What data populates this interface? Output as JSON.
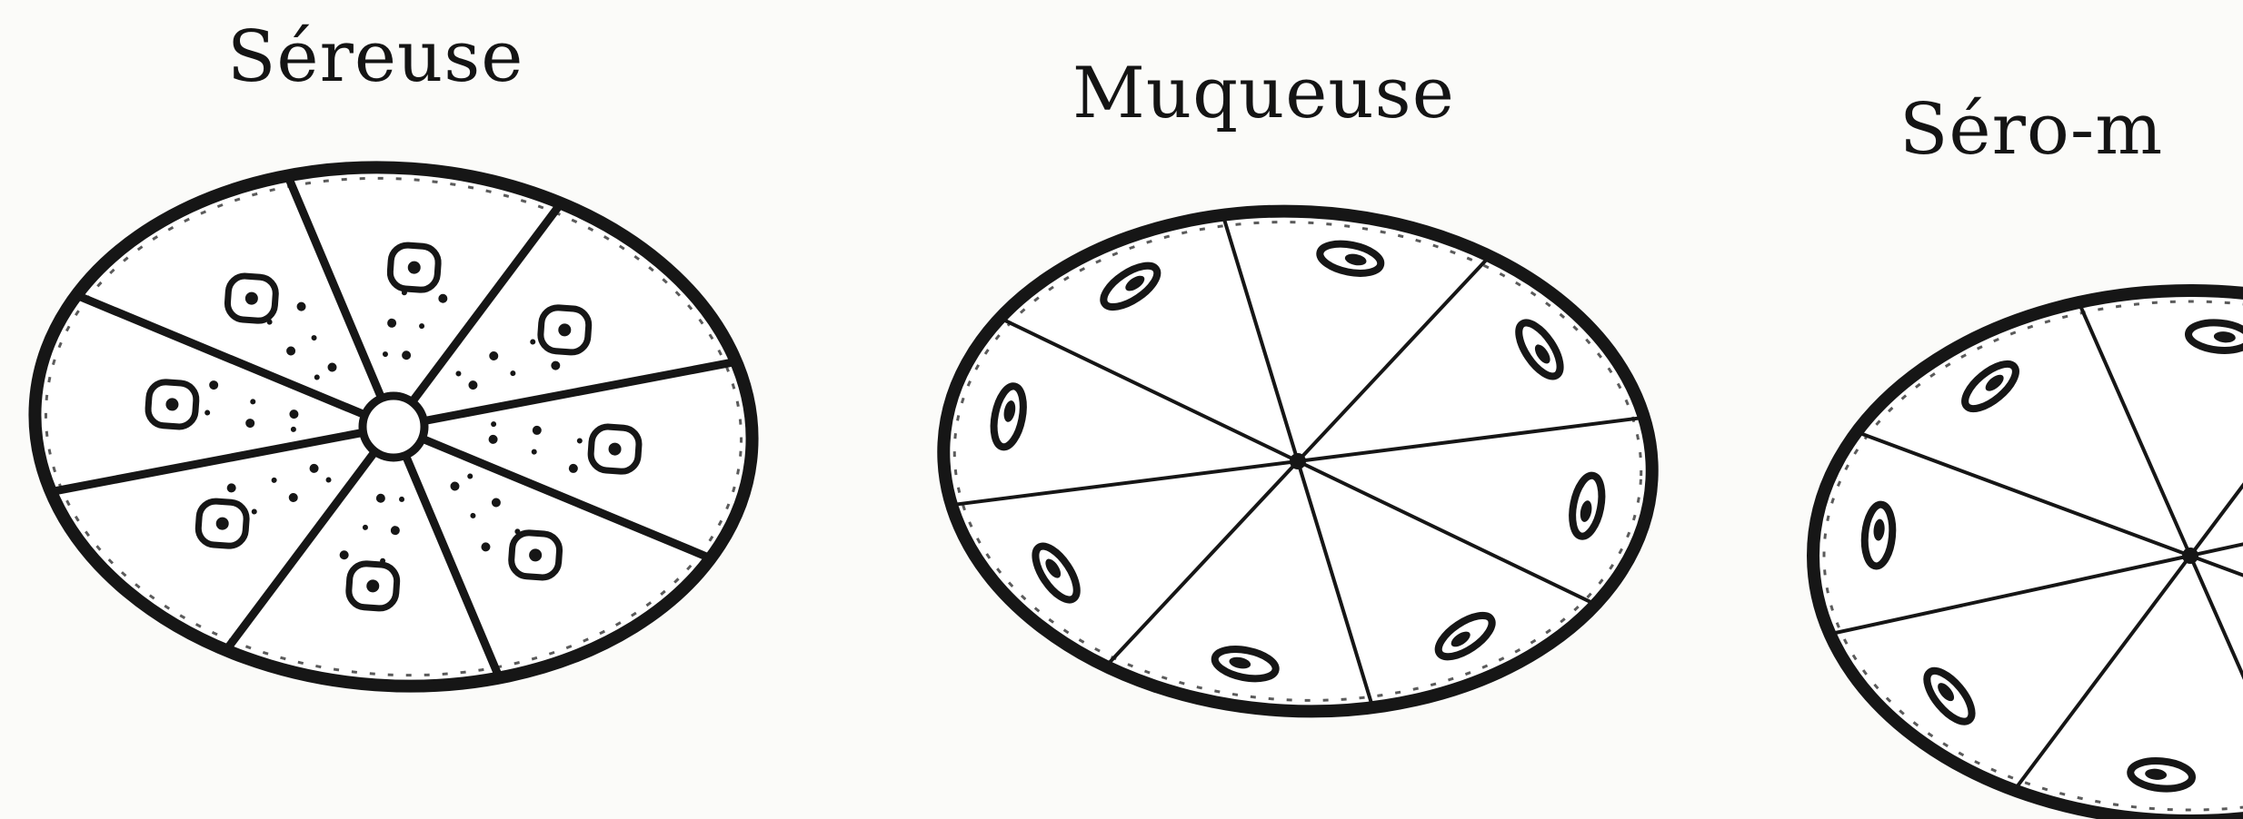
{
  "figure": {
    "labels": {
      "serous": "Séreuse",
      "mucous": "Muqueuse",
      "seromixed": "Séro-m"
    },
    "colors": {
      "ink": "#161616",
      "paper": "#fbfbf9",
      "cell_fill": "#ffffff"
    }
  }
}
